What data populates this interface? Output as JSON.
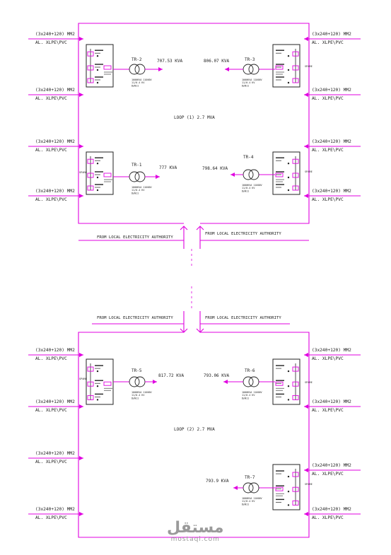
{
  "cable_spec": "(3x240+120) MM2",
  "cable_type": "AL. XLPE\\PVC",
  "supply_label": "FROM LOCAL ELECTRICITY AUTHORITY",
  "spare_label": "SPARE",
  "transformer_caption": [
    "1000KVA 11000V",
    "11/0.4 KV",
    "DyN11"
  ],
  "loop1": {
    "title": "LOOP (1) 2.7 MVA",
    "transformers": [
      {
        "id": "TR-2",
        "load": "707.53 KVA"
      },
      {
        "id": "TR-3",
        "load": "806.07 KVA"
      },
      {
        "id": "TR-1",
        "load": "777 KVA"
      },
      {
        "id": "TR-4",
        "load": "798.64 KVA"
      }
    ]
  },
  "loop2": {
    "title": "LOOP (2) 2.7 MVA",
    "transformers": [
      {
        "id": "TR-5",
        "load": "817.72 KVA"
      },
      {
        "id": "TR-6",
        "load": "793.06 KVA"
      },
      {
        "id": "TR-7",
        "load": "793.9 KVA"
      }
    ]
  },
  "watermark": {
    "arabic": "مستقل",
    "latin": "mostaql.com"
  },
  "colors": {
    "line": "#e000e0",
    "text": "#222222",
    "background": "#ffffff"
  }
}
